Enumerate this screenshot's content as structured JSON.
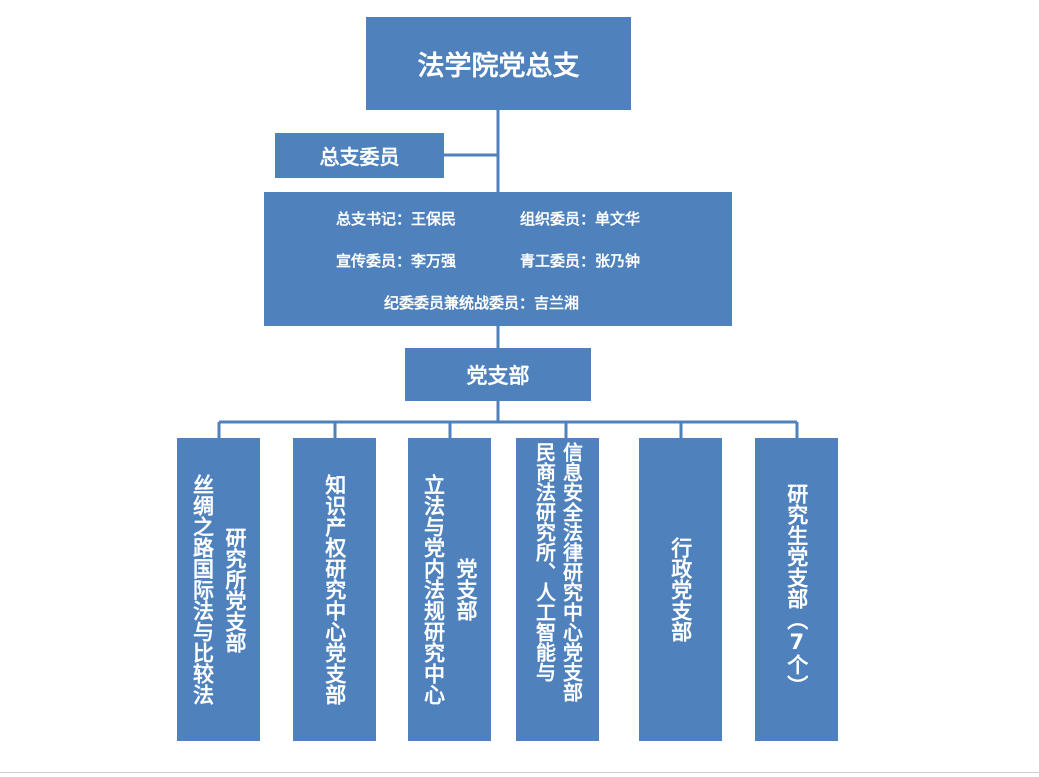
{
  "org": {
    "title": "法学院党总支",
    "members_label": "总支委员",
    "members": {
      "secretary": "总支书记：王保民",
      "organization": "组织委员：单文华",
      "propaganda": "宣传委员：李万强",
      "youth": "青工委员：张乃钟",
      "discipline": "纪委委员兼统战委员：吉兰湘"
    },
    "branch_label": "党支部",
    "branches": [
      {
        "col1": "丝绸之路国际法与比较法",
        "col2": "研究所党支部"
      },
      {
        "col1": "知识产权研究中心党支部",
        "col2": ""
      },
      {
        "col1": "立法与党内法规研究中心",
        "col2": "党支部"
      },
      {
        "col1": "民商法研究所、人工智能与",
        "col2": "信息安全法律研究中心党支部"
      },
      {
        "col1": "行政党支部",
        "col2": ""
      },
      {
        "col1": "研究生党支部（7个）",
        "col2": ""
      }
    ]
  },
  "colors": {
    "box_fill": "#4f81bd",
    "line": "#4f81bd",
    "text": "#ffffff"
  }
}
